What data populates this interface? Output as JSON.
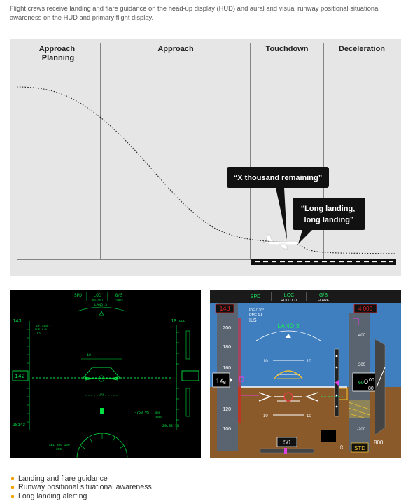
{
  "intro": "Flight crews receive landing and flare guidance on the head-up display (HUD) and aural and visual runway positional situational awareness on the HUD and primary flight display.",
  "diagram": {
    "phases": [
      {
        "line1": "Approach",
        "line2": "Planning"
      },
      {
        "line1": "Approach",
        "line2": ""
      },
      {
        "line1": "Touchdown",
        "line2": ""
      },
      {
        "line1": "Deceleration",
        "line2": ""
      }
    ],
    "callouts": [
      {
        "line1": "“X thousand remaining”",
        "line2": ""
      },
      {
        "line1": "“Long landing,",
        "line2": "long landing”"
      }
    ]
  },
  "hud": {
    "spd": "SPD",
    "loc": "LOC",
    "loc_sub": "ROLLOUT",
    "gs": "G/S",
    "gs_sub": "FLARE",
    "land": "LAND 3",
    "speed_top": "143",
    "speed_box": "142",
    "alt_top": "10",
    "alt_top_small": "000",
    "ils_info": "IDFI/130°",
    "dme": "DME 1.8",
    "ils": "ILS",
    "vs": "-750 VS",
    "baro": "29.92 IN",
    "sel_hdg": "SEL HDG 130",
    "sel_sub": "395",
    "pitch_label": "10",
    "center_val": "150",
    "bottom_left": "GS143",
    "alt_small": "800",
    "alt_small_b": "1800"
  },
  "pfd": {
    "spd": "SPD",
    "loc": "LOC",
    "loc_sub": "ROLLOUT",
    "gs": "G/S",
    "gs_sub": "FLARE",
    "land": "LAND 3",
    "ils_info": "IDFI/130°",
    "dme": "DME 1.8",
    "ils": "ILS",
    "speed_top": "148",
    "alt_top": "4 000",
    "speed_ticks": [
      "200",
      "180",
      "160",
      "120",
      "100"
    ],
    "speed_box_a": "14",
    "speed_box_b": "8",
    "alt_ticks": [
      "400",
      "200",
      "-200"
    ],
    "alt_box_a": "0",
    "alt_box_b": "00",
    "alt_box_c": "80",
    "alt_box_d": "60",
    "pitch_pos": "10",
    "pitch_neg": "10",
    "gs_bottom": "50",
    "r_label": "R",
    "std": "STD",
    "bottom_alt": "800"
  },
  "bullets": [
    "Landing and flare guidance",
    "Runway positional situational awareness",
    "Long landing alerting"
  ],
  "colors": {
    "bullet": "#f0a000",
    "hud_green": "#00e040",
    "pfd_sky": "#3f7fc0",
    "pfd_ground": "#8b5a2a",
    "pfd_magenta": "#e040e0",
    "pfd_red": "#e02020"
  }
}
